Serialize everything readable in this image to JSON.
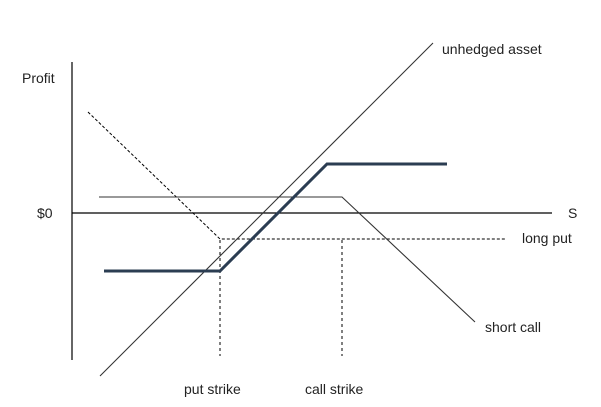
{
  "diagram": {
    "y_axis_label": "Profit",
    "zero_label": "$0",
    "x_axis_label": "S",
    "put_strike_label": "put strike",
    "call_strike_label": "call strike",
    "unhedged_asset_label": "unhedged asset",
    "long_put_label": "long put",
    "short_call_label": "short call",
    "colors": {
      "axis": "#000000",
      "thin_line": "#333333",
      "collar_line": "#2b3d52",
      "guide": "#000000",
      "text": "#222222"
    }
  }
}
